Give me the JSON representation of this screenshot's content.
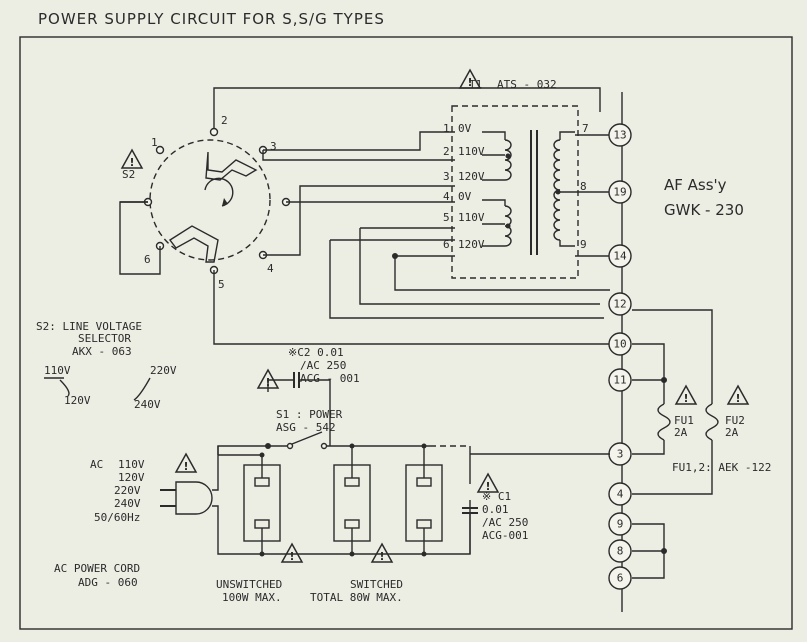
{
  "title": "POWER SUPPLY CIRCUIT FOR S,S/G TYPES",
  "transformer": {
    "ref": "T1",
    "part": "ATS - 032",
    "primary_taps": [
      {
        "pin": "1",
        "label": "0V"
      },
      {
        "pin": "2",
        "label": "110V"
      },
      {
        "pin": "3",
        "label": "120V"
      },
      {
        "pin": "4",
        "label": "0V"
      },
      {
        "pin": "5",
        "label": "110V"
      },
      {
        "pin": "6",
        "label": "120V"
      }
    ],
    "secondary_pins": [
      "7",
      "8",
      "9"
    ]
  },
  "af_assy": {
    "line1": "AF Ass'y",
    "line2": "GWK - 230"
  },
  "connector_terminals": [
    "13",
    "19",
    "14",
    "12",
    "10",
    "11",
    "3",
    "4",
    "9",
    "8",
    "6"
  ],
  "selector": {
    "ref": "S2",
    "positions": [
      "1",
      "2",
      "3",
      "4",
      "5",
      "6"
    ],
    "desc_line1": "S2: LINE VOLTAGE",
    "desc_line2": "SELECTOR",
    "part": "AKX - 063",
    "voltages": [
      "110V",
      "120V",
      "220V",
      "240V"
    ]
  },
  "capacitor_c2": {
    "ref": "※C2  0.01",
    "rating": "/AC 250",
    "part": "ACG - 001"
  },
  "switch_s1": {
    "ref": "S1 : POWER",
    "part": "ASG - 542"
  },
  "capacitor_c1": {
    "ref": "※ C1",
    "value": "0.01",
    "rating": "/AC 250",
    "part": "ACG-001"
  },
  "fuses": {
    "fu1": {
      "ref": "FU1",
      "value": "2A"
    },
    "fu2": {
      "ref": "FU2",
      "value": "2A"
    },
    "part": "FU1,2: AEK -122"
  },
  "ac_input": {
    "label": "AC",
    "voltages": [
      "110V",
      "120V",
      "220V",
      "240V"
    ],
    "freq": "50/60Hz",
    "cord_line1": "AC  POWER  CORD",
    "cord_line2": "ADG - 060"
  },
  "outlets": {
    "unswitched_line1": "UNSWITCHED",
    "unswitched_line2": "100W  MAX.",
    "switched_line1": "SWITCHED",
    "switched_line2": "TOTAL  80W  MAX."
  },
  "warning_symbol": "!"
}
